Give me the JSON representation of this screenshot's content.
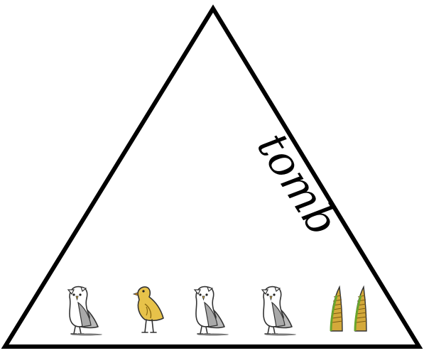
{
  "word": "tomb",
  "glyphs": [
    {
      "name": "owl",
      "icon": "owl-hieroglyph-icon",
      "body_color": "#b9b9b9",
      "face_color": "#ffffff"
    },
    {
      "name": "chick",
      "icon": "quail-chick-hieroglyph-icon",
      "body_color": "#e7c24a"
    },
    {
      "name": "owl",
      "icon": "owl-hieroglyph-icon",
      "body_color": "#b9b9b9",
      "face_color": "#ffffff"
    },
    {
      "name": "owl",
      "icon": "owl-hieroglyph-icon",
      "body_color": "#b9b9b9",
      "face_color": "#ffffff"
    },
    {
      "name": "reeds",
      "icon": "double-reed-hieroglyph-icon",
      "body_color": "#d4a93a",
      "stem_color": "#6aa52c"
    }
  ],
  "colors": {
    "outline": "#000000",
    "background": "#ffffff"
  }
}
